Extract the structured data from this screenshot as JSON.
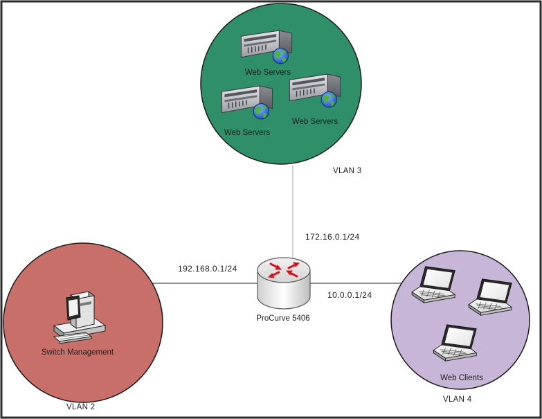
{
  "vlans": {
    "vlan3": {
      "label": "VLAN 3",
      "color": "#2f8f68"
    },
    "vlan2": {
      "label": "VLAN 2",
      "color": "#c96f6a"
    },
    "vlan4": {
      "label": "VLAN 4",
      "color": "#c7b6d8"
    }
  },
  "router": {
    "label": "ProCurve 5406",
    "icon": "router-icon"
  },
  "links": {
    "to_vlan3": "172.16.0.1/24",
    "to_vlan2": "192.168.0.1/24",
    "to_vlan4": "10.0.0.1/24"
  },
  "devices": {
    "web_server_1": {
      "label": "Web Servers",
      "icon": "web-server-icon"
    },
    "web_server_2": {
      "label": "Web Servers",
      "icon": "web-server-icon"
    },
    "web_server_3": {
      "label": "Web Servers",
      "icon": "web-server-icon"
    },
    "management_pc": {
      "label": "Switch Management",
      "icon": "desktop-pc-icon"
    },
    "web_clients": {
      "label": "Web Clients",
      "icon": "laptop-icon"
    }
  }
}
